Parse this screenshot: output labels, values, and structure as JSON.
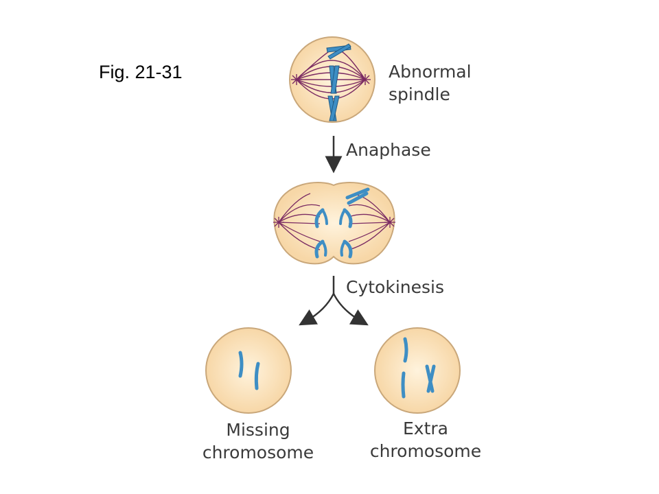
{
  "figure_label": "Fig. 21-31",
  "labels": {
    "abnormal_spindle": [
      "Abnormal",
      "spindle"
    ],
    "anaphase": "Anaphase",
    "cytokinesis": "Cytokinesis",
    "missing_chromosome": [
      "Missing",
      "chromosome"
    ],
    "extra_chromosome": [
      "Extra",
      "chromosome"
    ]
  },
  "colors": {
    "cell_fill": "#fbe3bf",
    "cell_outline": "#c9a77a",
    "spindle": "#7a2a62",
    "chromosome": "#3e8ec4",
    "chromosome_outline": "#1f5a85",
    "arrow": "#333333"
  }
}
